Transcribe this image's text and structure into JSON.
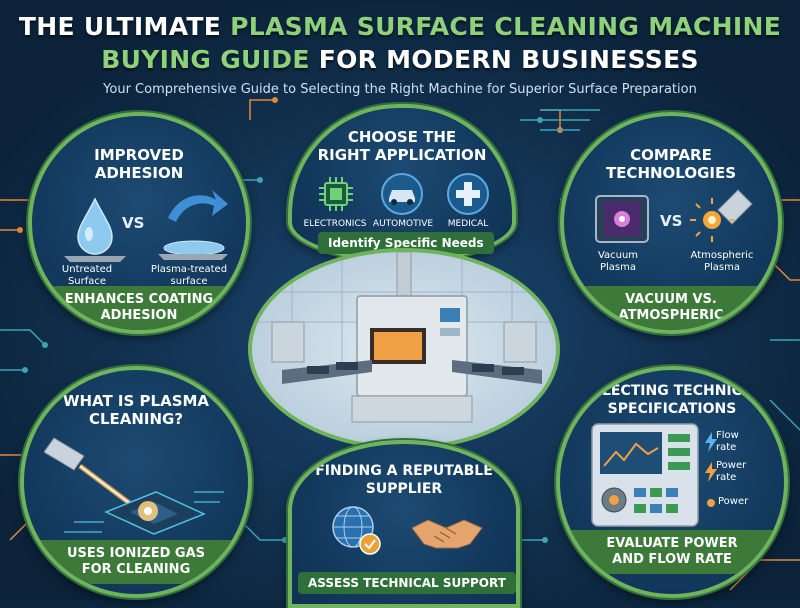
{
  "title": {
    "line1_white": "THE ULTIMATE ",
    "line1_green": "PLASMA SURFACE CLEANING MACHINE",
    "line2_green": "BUYING GUIDE ",
    "line2_white": "FOR MODERN BUSINESSES"
  },
  "subtitle": "Your Comprehensive Guide to Selecting the Right Machine for Superior Surface Preparation",
  "sections": {
    "adhesion": {
      "title_l1": "IMPROVED",
      "title_l2": "ADHESION",
      "vs": "VS",
      "untreated": "Untreated\nSurface",
      "treated": "Plasma-treated\nsurface",
      "band_l1": "ENHANCES COATING",
      "band_l2": "ADHESION"
    },
    "application": {
      "title_l1": "CHOOSE THE",
      "title_l2": "RIGHT APPLICATION",
      "items": [
        "ELECTRONICS",
        "AUTOMOTIVE",
        "MEDICAL"
      ],
      "band": "Identify Specific Needs"
    },
    "technologies": {
      "title_l1": "COMPARE",
      "title_l2": "TECHNOLOGIES",
      "vs": "VS",
      "vacuum": "Vacuum\nPlasma",
      "atmospheric": "Atmospheric\nPlasma",
      "band_l1": "VACUUM VS.",
      "band_l2": "ATMOSPHERIC"
    },
    "what_is": {
      "title_l1": "WHAT IS PLASMA",
      "title_l2": "CLEANING?",
      "band_l1": "USES IONIZED GAS",
      "band_l2": "FOR CLEANING"
    },
    "supplier": {
      "title_l1": "FINDING A REPUTABLE",
      "title_l2": "SUPPLIER",
      "band": "ASSESS TECHNICAL SUPPORT"
    },
    "specs": {
      "title_l1": "SELECTING TECHNICAL",
      "title_l2": "SPECIFICATIONS",
      "flow": "Flow\nrate",
      "power_rate": "Power\nrate",
      "power": "Power",
      "band_l1": "EVALUATE POWER",
      "band_l2": "AND FLOW RATE"
    }
  },
  "colors": {
    "background": "#0d2741",
    "accent_green": "#8fd17a",
    "ring_green": "#6fb35c",
    "band_green": "#3d7a3a",
    "circuit_orange": "#e0893a",
    "circuit_teal": "#3aa6b5"
  }
}
